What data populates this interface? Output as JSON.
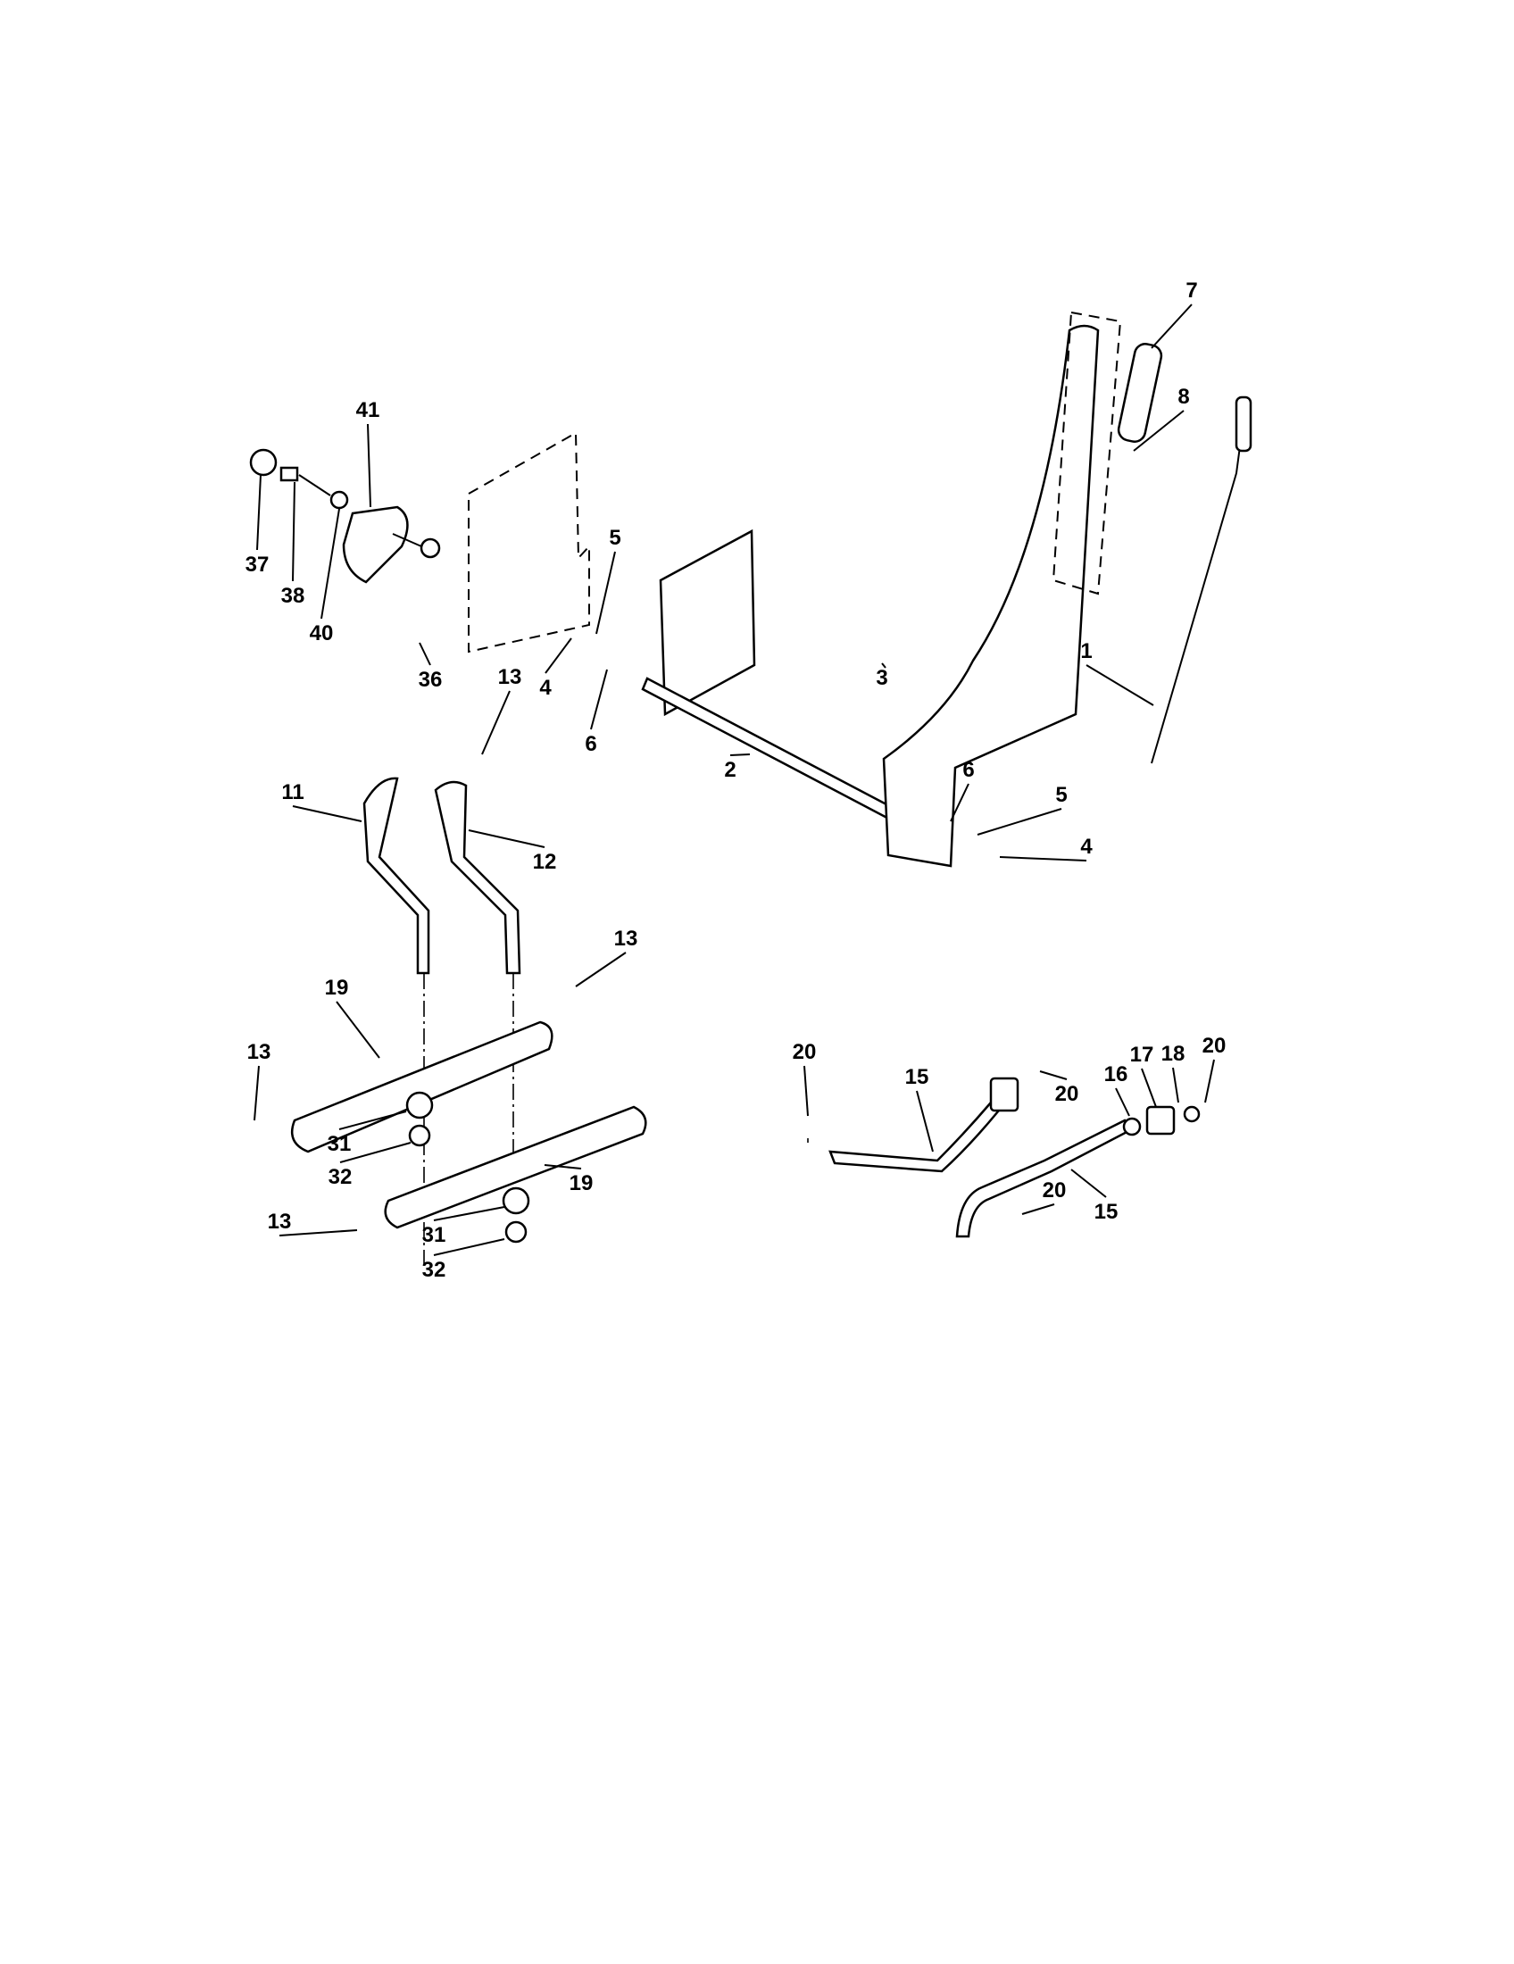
{
  "diagram": {
    "title_visible": false,
    "callouts": [
      "41",
      "37",
      "38",
      "40",
      "36",
      "5",
      "4",
      "6",
      "13",
      "11",
      "12",
      "3",
      "2",
      "7",
      "8",
      "1",
      "6",
      "5",
      "4",
      "19",
      "13",
      "13",
      "31",
      "32",
      "19",
      "13",
      "31",
      "32",
      "20",
      "15",
      "20",
      "16",
      "17",
      "18",
      "20",
      "20",
      "15"
    ]
  }
}
